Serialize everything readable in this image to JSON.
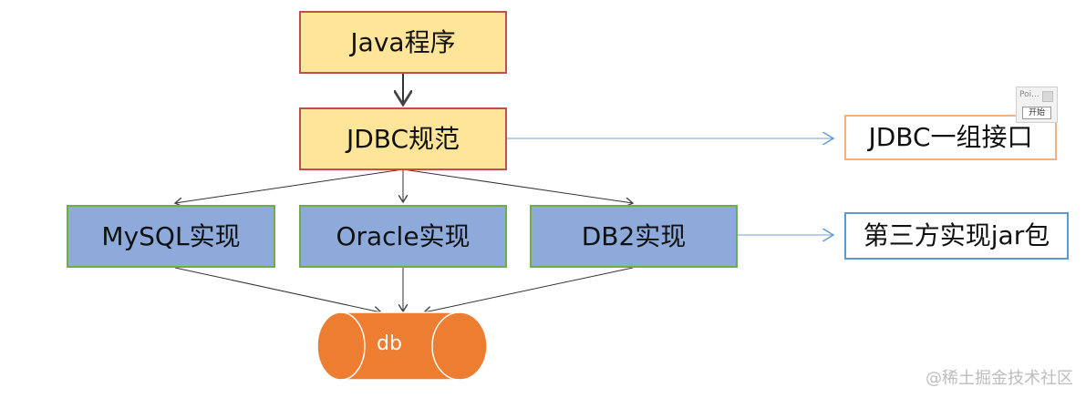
{
  "nodes": {
    "java_program": "Java程序",
    "jdbc_spec": "JDBC规范",
    "mysql_impl": "MySQL实现",
    "oracle_impl": "Oracle实现",
    "db2_impl": "DB2实现",
    "jdbc_interfaces_note": "JDBC一组接口",
    "third_party_note": "第三方实现jar包",
    "database": "db"
  },
  "widget": {
    "title": "Poi...",
    "button_label": "开始"
  },
  "watermark": "@稀土掘金技术社区",
  "colors": {
    "yellow_fill": "#ffe599",
    "blue_fill": "#8eaadb",
    "database_fill": "#ed7d31",
    "red_border": "#c0504d",
    "green_border": "#70ad47",
    "orange_border": "#f4b183",
    "blue_border": "#5b9bd5"
  }
}
